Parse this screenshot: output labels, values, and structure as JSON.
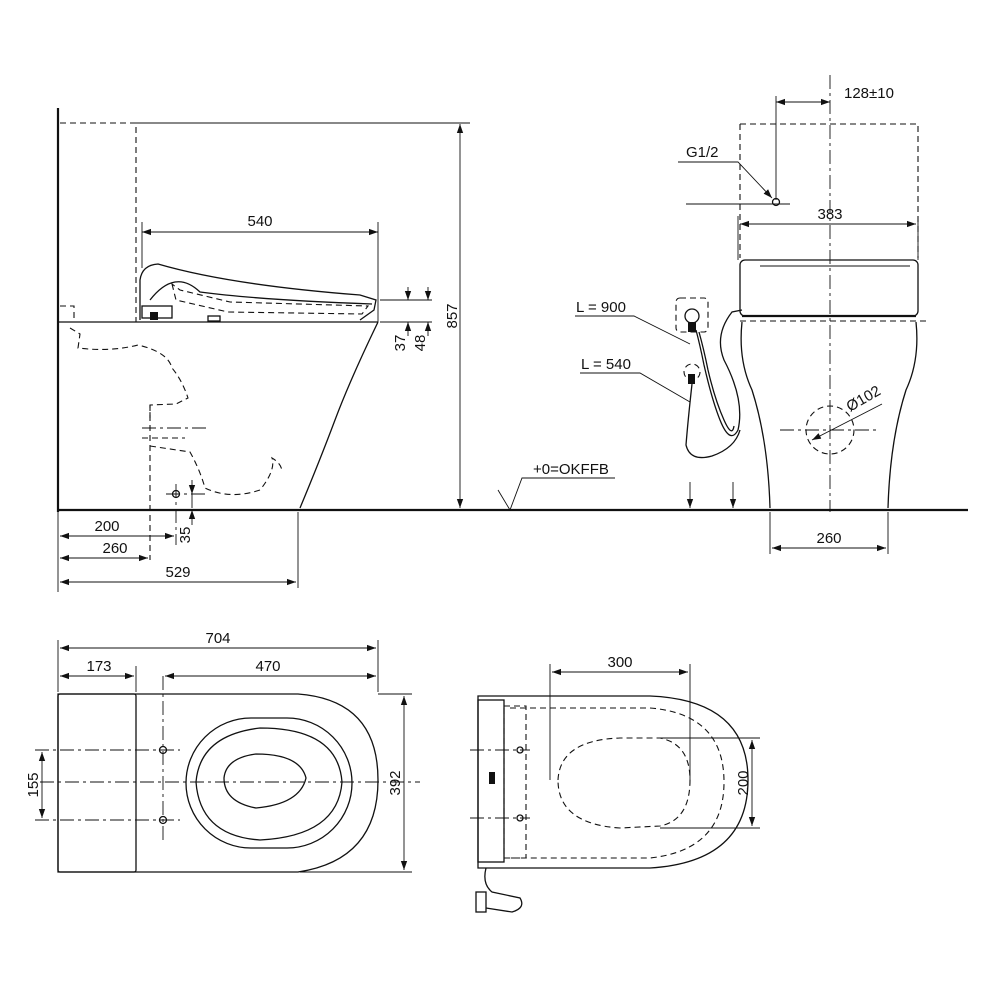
{
  "drawing": {
    "side_view": {
      "seat_length": "540",
      "height_total": "857",
      "seat_gap_a": "37",
      "seat_gap_b": "48",
      "floor_offset": "35",
      "wall_200": "200",
      "wall_260": "260",
      "wall_529": "529",
      "floor_label": "+0=OKFFB"
    },
    "front_view": {
      "offset_128": "128±10",
      "thread": "G1/2",
      "width_383": "383",
      "hose_900": "L = 900",
      "hose_540": "L = 540",
      "outlet_dia": "Ø102",
      "base_260": "260"
    },
    "top_view": {
      "length_704": "704",
      "dist_173": "173",
      "dist_470": "470",
      "fix_155": "155",
      "width_392": "392"
    },
    "seat_top_view": {
      "width_300": "300",
      "depth_200": "200"
    }
  }
}
